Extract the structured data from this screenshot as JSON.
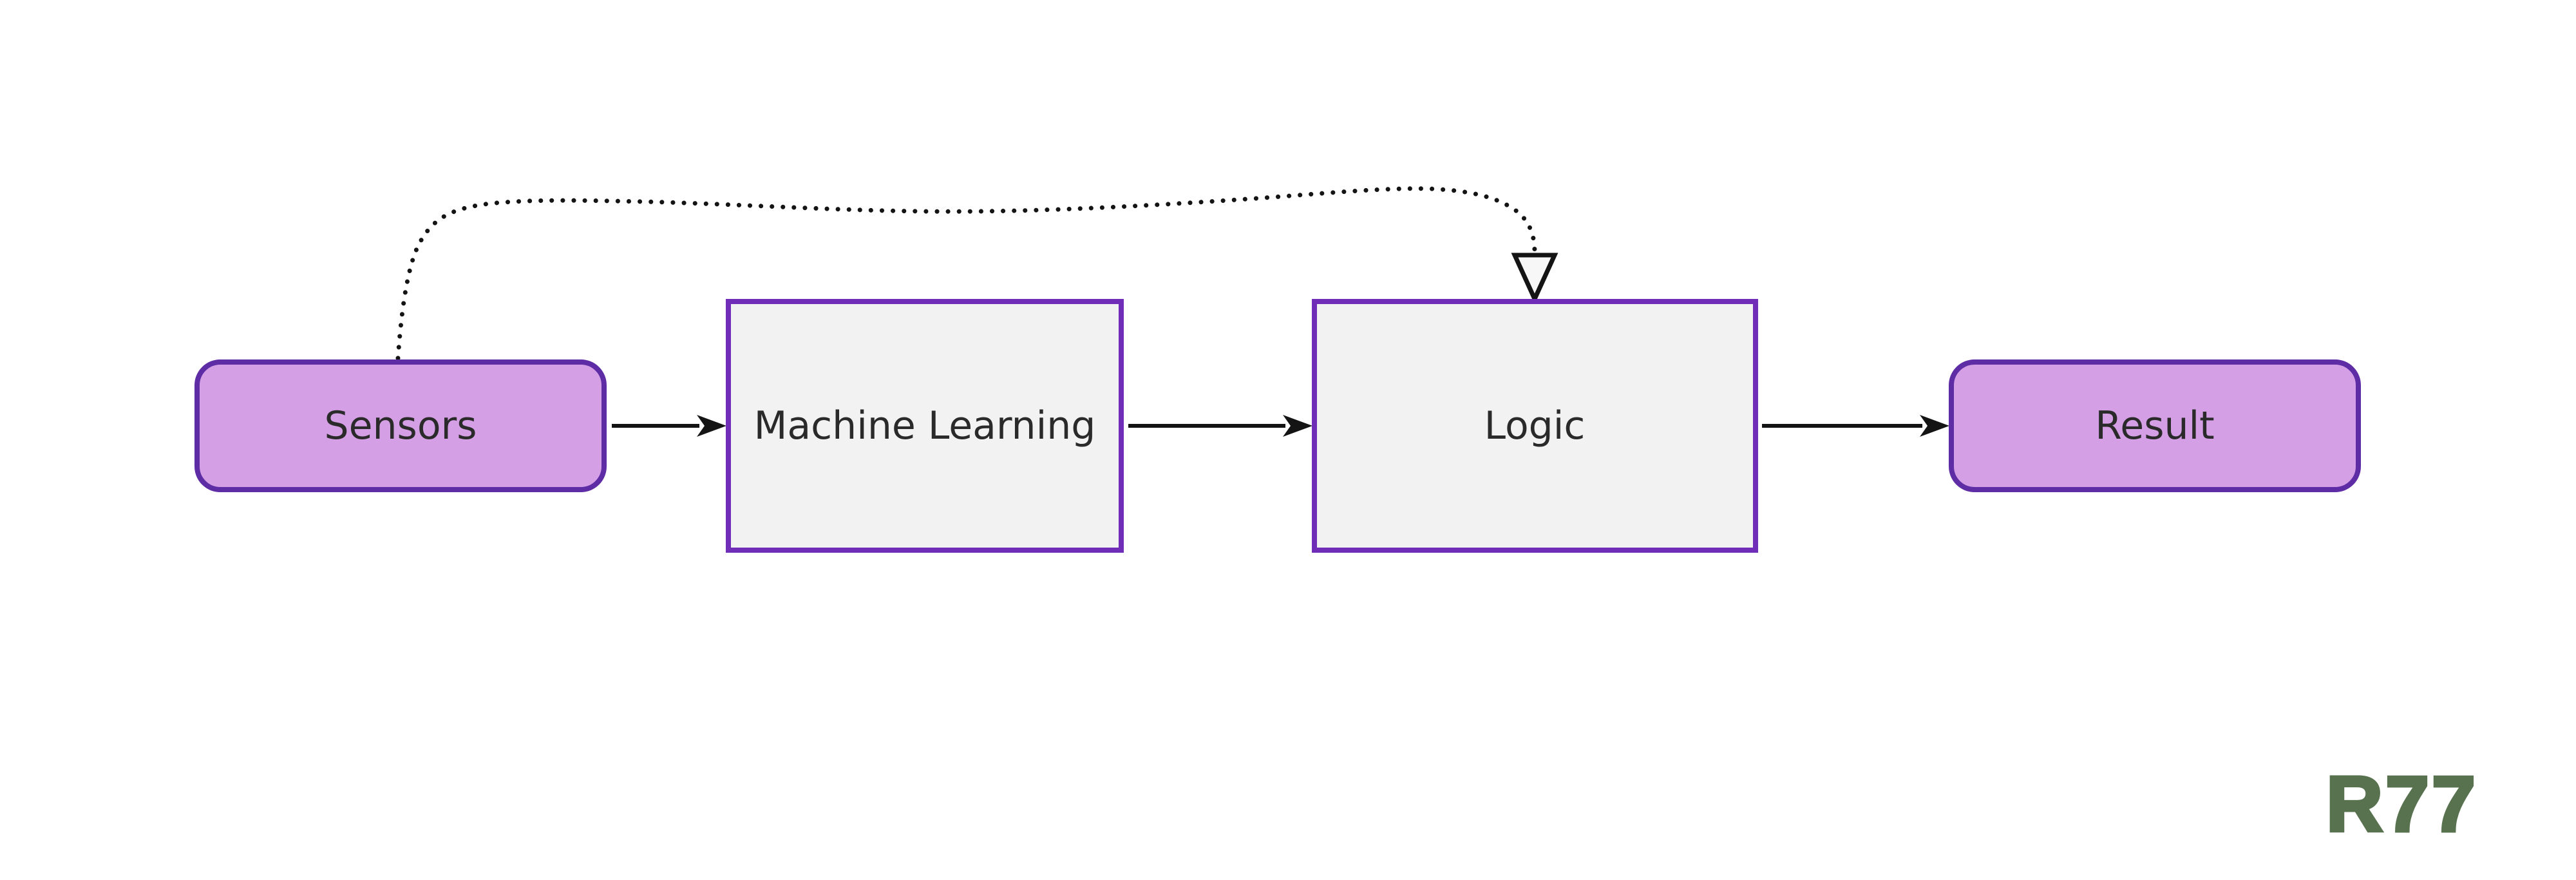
{
  "diagram": {
    "type": "flowchart",
    "direction": "left-to-right",
    "nodes": [
      {
        "id": "sensors",
        "label": "Sensors",
        "shape": "rounded-rectangle"
      },
      {
        "id": "machine-learning",
        "label": "Machine Learning",
        "shape": "rectangle"
      },
      {
        "id": "logic",
        "label": "Logic",
        "shape": "rectangle"
      },
      {
        "id": "result",
        "label": "Result",
        "shape": "rounded-rectangle"
      }
    ],
    "edges": [
      {
        "from": "Sensors",
        "to": "Machine Learning",
        "style": "solid",
        "arrowhead": "filled-triangle"
      },
      {
        "from": "Machine Learning",
        "to": "Logic",
        "style": "solid",
        "arrowhead": "filled-triangle"
      },
      {
        "from": "Logic",
        "to": "Result",
        "style": "solid",
        "arrowhead": "filled-triangle"
      },
      {
        "from": "Sensors",
        "to": "Logic",
        "style": "dotted",
        "arrowhead": "open-triangle"
      }
    ]
  },
  "watermark": {
    "text": "R77"
  },
  "colors": {
    "background": "#ffffff",
    "rounded_node_fill": "#d59fe5",
    "rounded_node_stroke": "#5e2ca5",
    "rect_node_fill": "#f2f2f2",
    "rect_node_stroke": "#6f2db8",
    "edge": "#141414",
    "node_text": "#2a2a2a",
    "watermark": "#58724f"
  }
}
